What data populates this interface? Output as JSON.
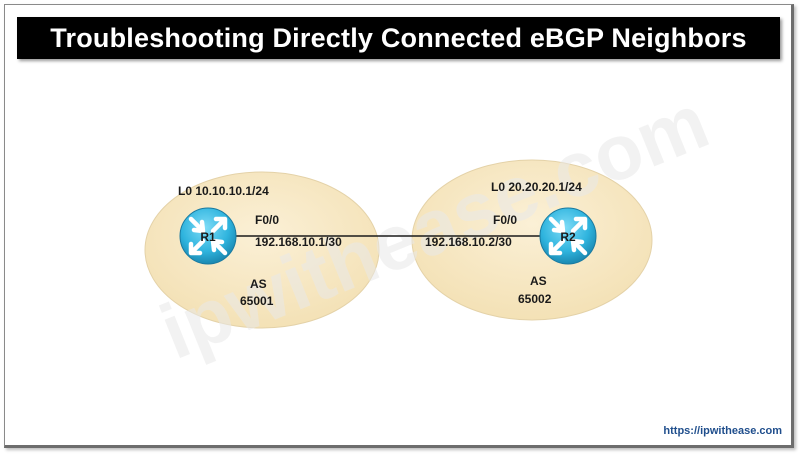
{
  "title": "Troubleshooting Directly Connected eBGP Neighbors",
  "watermark": "ipwithease.com",
  "footer_url": "https://ipwithease.com",
  "colors": {
    "title_bg": "#000000",
    "title_text": "#ffffff",
    "as_ellipse_fill": "#f8e9c6",
    "router_fill": "#2fb4de",
    "link_color": "#1a1a1a",
    "url_color": "#1f4e8c"
  },
  "diagram": {
    "autonomous_systems": [
      {
        "label": "AS",
        "number": "65001"
      },
      {
        "label": "AS",
        "number": "65002"
      }
    ],
    "routers": [
      {
        "name": "R1",
        "loopback": "L0 10.10.10.1/24",
        "interface": "F0/0",
        "ip": "192.168.10.1/30"
      },
      {
        "name": "R2",
        "loopback": "L0 20.20.20.1/24",
        "interface": "F0/0",
        "ip": "192.168.10.2/30"
      }
    ],
    "links": [
      {
        "from": "R1",
        "to": "R2",
        "type": "ethernet"
      }
    ]
  }
}
